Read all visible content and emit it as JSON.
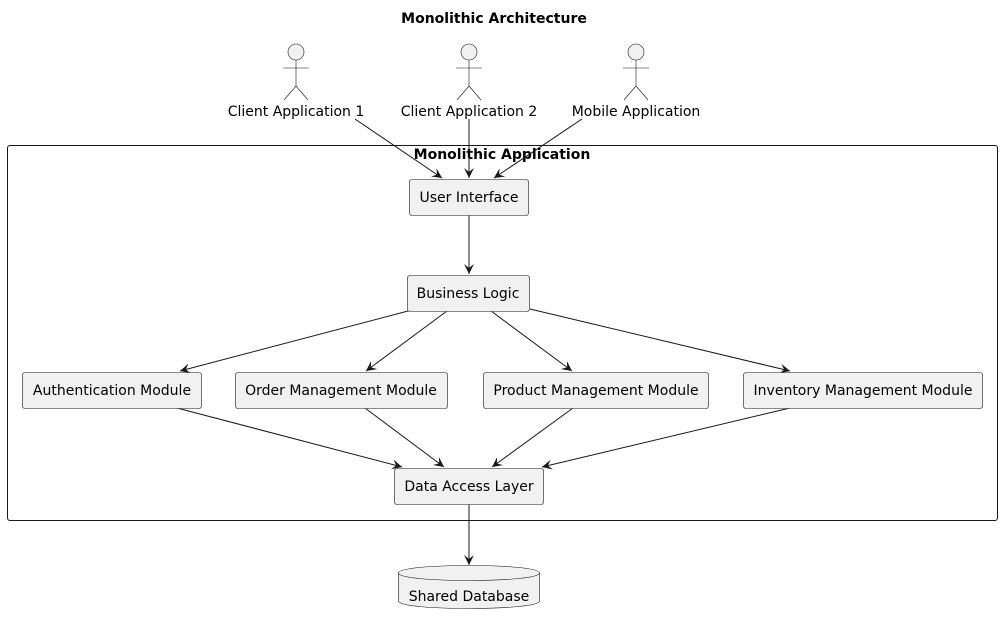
{
  "title": "Monolithic Architecture",
  "actors": [
    {
      "id": "client1",
      "label": "Client Application 1"
    },
    {
      "id": "client2",
      "label": "Client Application 2"
    },
    {
      "id": "mobile",
      "label": "Mobile Application"
    }
  ],
  "package": {
    "label": "Monolithic Application"
  },
  "components": {
    "ui": "User Interface",
    "business": "Business Logic",
    "auth": "Authentication Module",
    "order": "Order Management Module",
    "product": "Product Management Module",
    "inventory": "Inventory Management Module",
    "dal": "Data Access Layer"
  },
  "database": {
    "label": "Shared Database"
  },
  "connections": [
    {
      "from": "client1",
      "to": "ui"
    },
    {
      "from": "client2",
      "to": "ui"
    },
    {
      "from": "mobile",
      "to": "ui"
    },
    {
      "from": "ui",
      "to": "business"
    },
    {
      "from": "business",
      "to": "auth"
    },
    {
      "from": "business",
      "to": "order"
    },
    {
      "from": "business",
      "to": "product"
    },
    {
      "from": "business",
      "to": "inventory"
    },
    {
      "from": "auth",
      "to": "dal"
    },
    {
      "from": "order",
      "to": "dal"
    },
    {
      "from": "product",
      "to": "dal"
    },
    {
      "from": "inventory",
      "to": "dal"
    },
    {
      "from": "dal",
      "to": "database"
    }
  ]
}
